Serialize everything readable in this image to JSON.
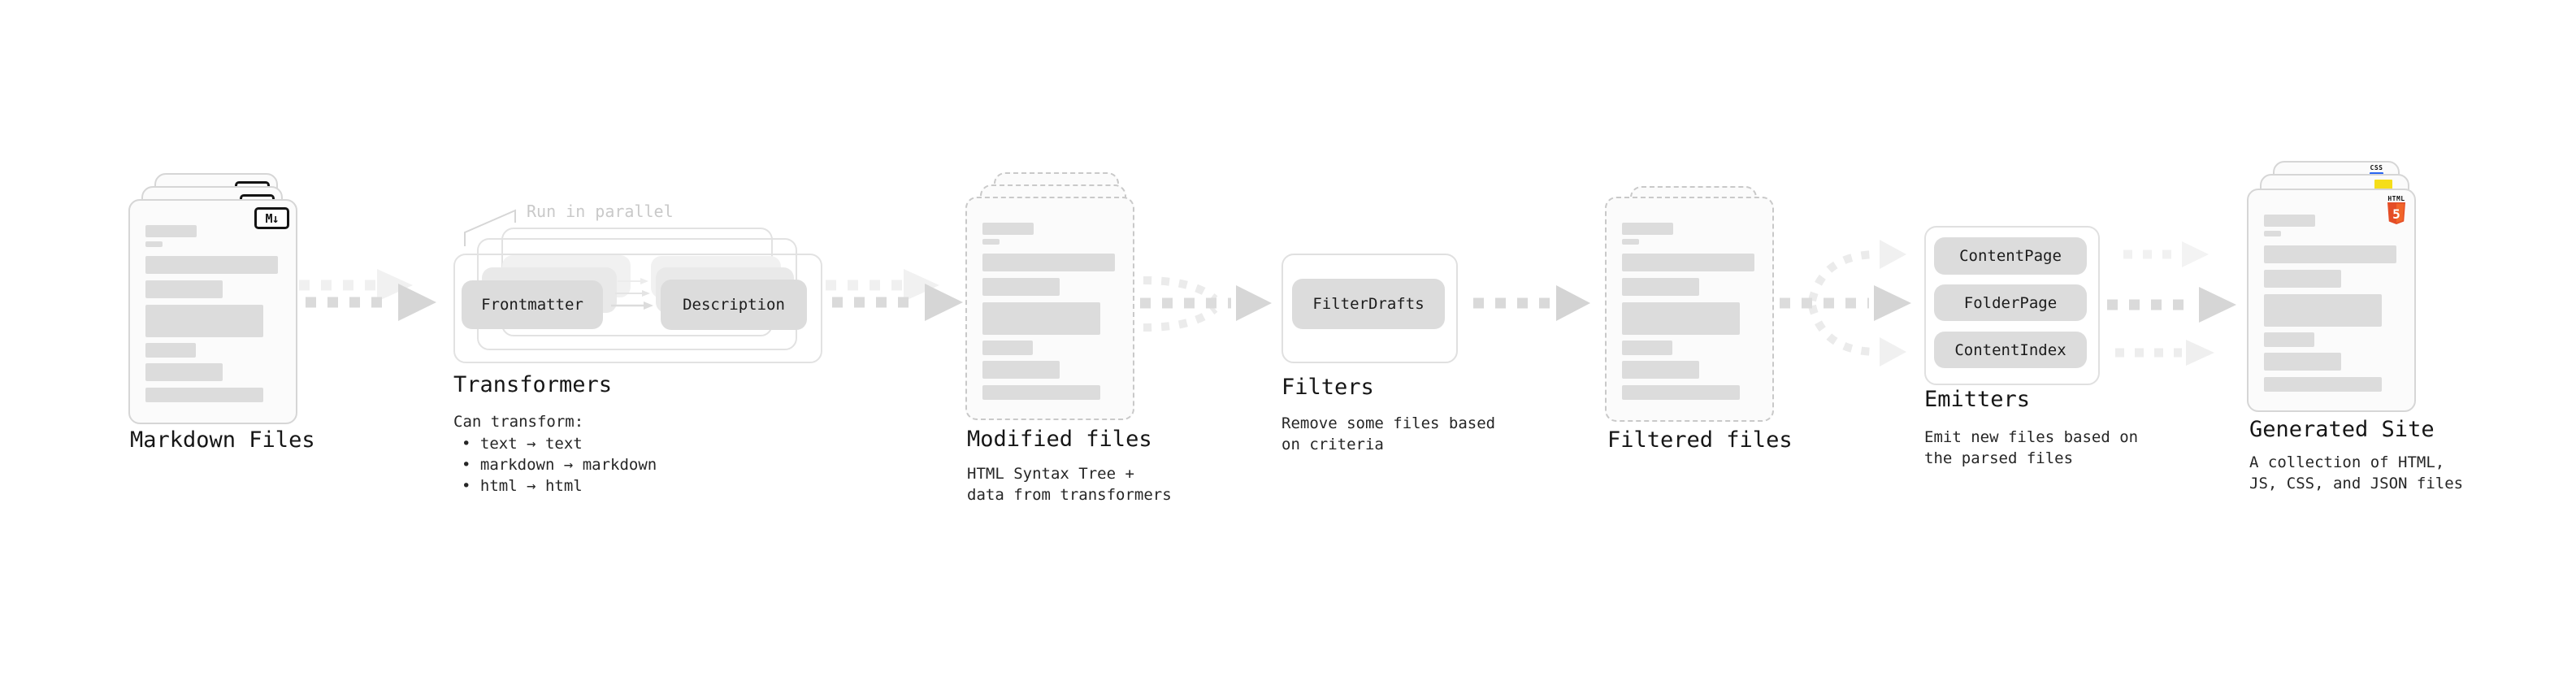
{
  "stages": {
    "markdown": {
      "label": "Markdown Files",
      "badge": "M↓"
    },
    "transformers": {
      "label": "Transformers",
      "annotation": "Run in parallel",
      "box_left": "Frontmatter",
      "box_right": "Description",
      "desc": "Can transform:",
      "bullets": [
        "• text → text",
        "• markdown → markdown",
        "• html → html"
      ]
    },
    "modified": {
      "label": "Modified files",
      "desc": [
        "HTML Syntax Tree +",
        "data from transformers"
      ]
    },
    "filters": {
      "label": "Filters",
      "box": "FilterDrafts",
      "desc": [
        "Remove some files based",
        "on criteria"
      ]
    },
    "filtered": {
      "label": "Filtered files"
    },
    "emitters": {
      "label": "Emitters",
      "boxes": [
        "ContentPage",
        "FolderPage",
        "ContentIndex"
      ],
      "desc": [
        "Emit new files based on",
        "the parsed files"
      ]
    },
    "generated": {
      "label": "Generated Site",
      "desc": [
        "A collection of HTML,",
        "JS, CSS, and JSON files"
      ],
      "css_label": "CSS",
      "html_label": "HTML",
      "html_number": "5"
    }
  },
  "colors": {
    "html5_orange": "#e44d26",
    "html5_orange_light": "#f16529",
    "js_yellow": "#f5de19",
    "css_blue": "#2965f1",
    "box_gray": "#dcdcdc",
    "arrow_gray": "#d6d6d6",
    "annotation_gray": "#c9c9c9"
  }
}
